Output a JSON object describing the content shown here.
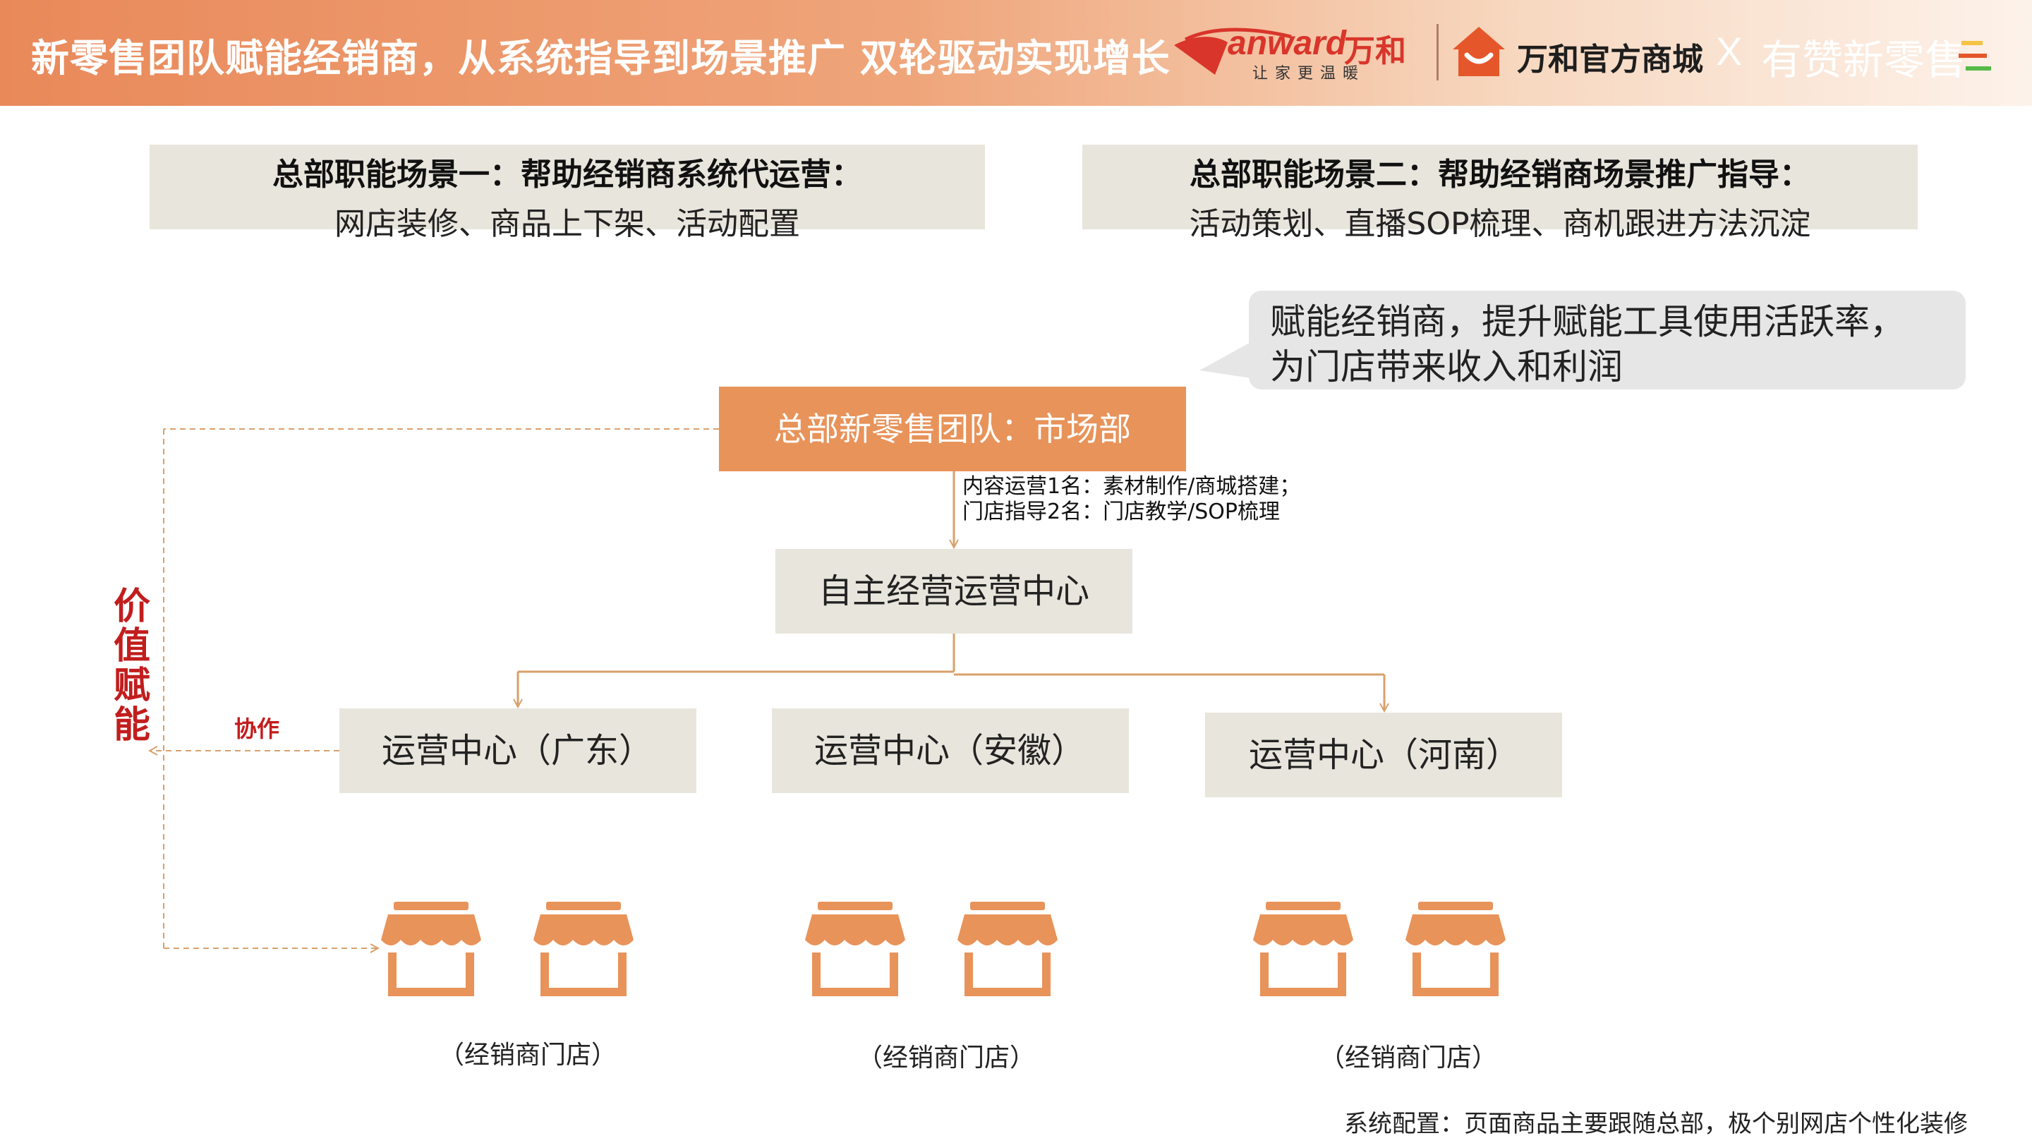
{
  "header": {
    "title": "新零售团队赋能经销商，从系统指导到场景推广 双轮驱动实现增长",
    "vanward_logo_text": "anward",
    "vanward_logo_cn": "万和",
    "vanward_slogan": "让家更温暖",
    "mall_name": "万和官方商城",
    "x": "X",
    "partner_name": "有赞新零售"
  },
  "scenes": [
    {
      "title": "总部职能场景一：帮助经销商系统代运营：",
      "detail": "网店装修、商品上下架、活动配置"
    },
    {
      "title": "总部职能场景二：帮助经销商场景推广指导：",
      "detail": "活动策划、直播SOP梳理、商机跟进方法沉淀"
    }
  ],
  "bubble": {
    "line1": "赋能经销商，提升赋能工具使用活跃率，",
    "line2": "为门店带来收入和利润"
  },
  "hq": {
    "label": "总部新零售团队：市场部",
    "note_line1": "内容运营1名：素材制作/商城搭建；",
    "note_line2": "门店指导2名：门店教学/SOP梳理"
  },
  "centers": {
    "main": "自主经营运营中心",
    "guangdong": "运营中心（广东）",
    "anhui": "运营中心（安徽）",
    "henan": "运营中心（河南）"
  },
  "side": {
    "value_empower": "价值赋能",
    "collab": "协作"
  },
  "stores": {
    "label": "（经销商门店）",
    "icon": "store-icon"
  },
  "footnote": "系统配置：页面商品主要跟随总部，极个别网店个性化装修",
  "colors": {
    "accent_orange": "#e8935a",
    "box_grey": "#e8e5dd",
    "highlight_red": "#c21d1d",
    "connector": "#d9a06b"
  }
}
